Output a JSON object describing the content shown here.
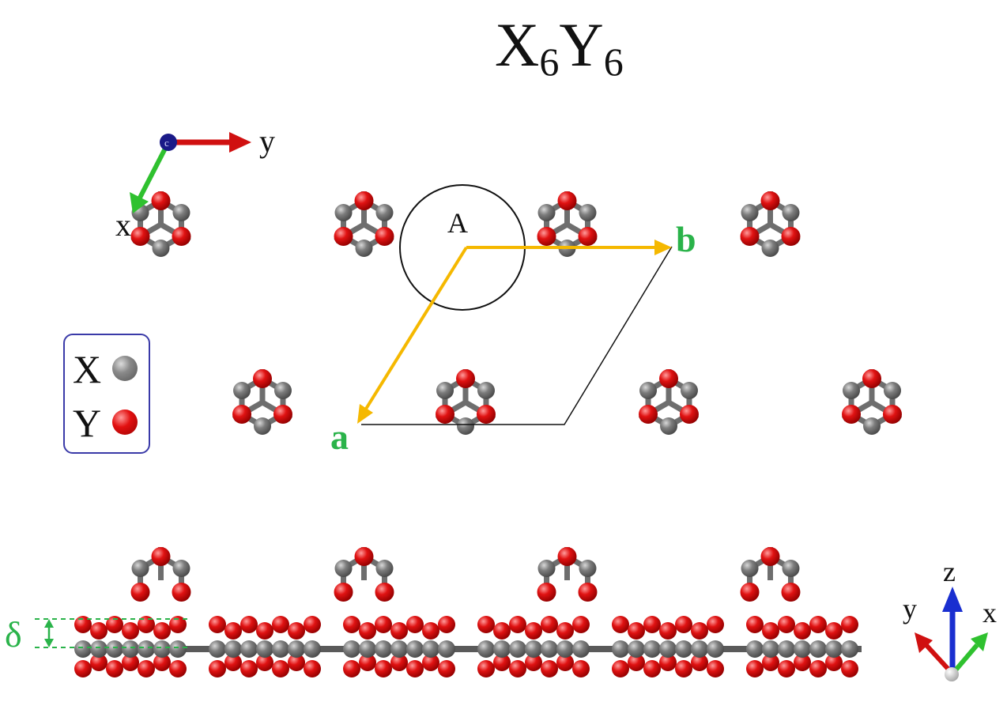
{
  "title": {
    "main1": "X",
    "sub1": "6",
    "main2": "Y",
    "sub2": "6"
  },
  "legend": {
    "x_label": "X",
    "y_label": "Y"
  },
  "lattice": {
    "vector_a": "a",
    "vector_b": "b",
    "pore_label": "A"
  },
  "top_axes": {
    "x": "x",
    "y": "y",
    "c": "c"
  },
  "side_axes": {
    "x": "x",
    "y": "y",
    "z": "z"
  },
  "buckling_label": "δ",
  "colors": {
    "x_atom": "#7a7a7a",
    "y_atom": "#e21a1a",
    "lattice_arrow": "#f5b800",
    "lattice_label": "#2ab34a"
  }
}
